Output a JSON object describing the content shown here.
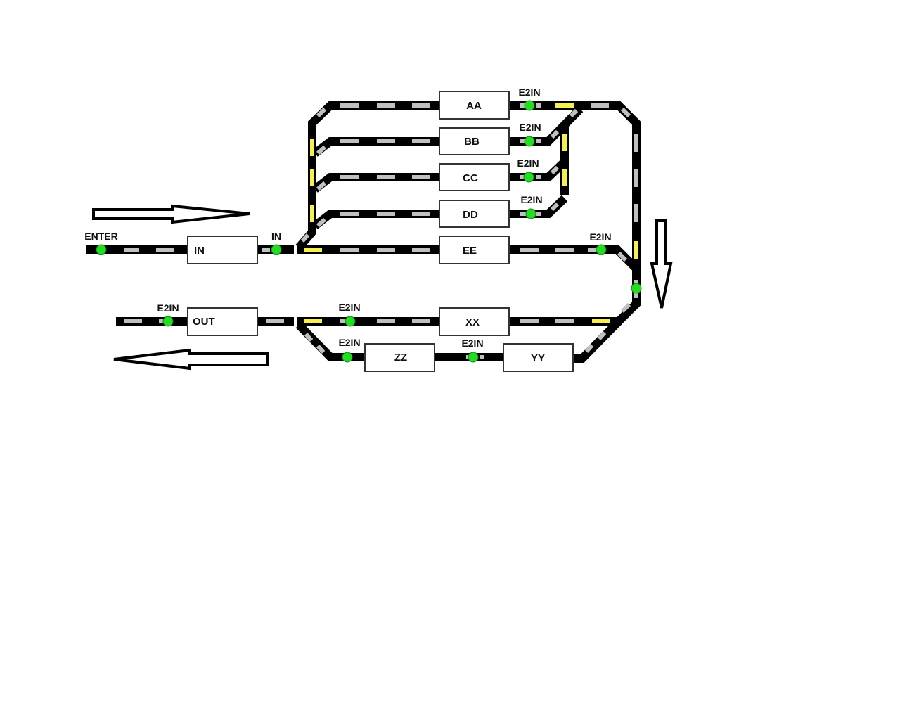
{
  "stations": {
    "in": "IN",
    "out": "OUT",
    "aa": "AA",
    "bb": "BB",
    "cc": "CC",
    "dd": "DD",
    "ee": "EE",
    "xx": "XX",
    "yy": "YY",
    "zz": "ZZ"
  },
  "sensors": {
    "enter": "ENTER",
    "in": "IN",
    "aa": "E2IN",
    "bb": "E2IN",
    "cc": "E2IN",
    "dd": "E2IN",
    "ee": "E2IN",
    "out": "E2IN",
    "xx": "E2IN",
    "zz": "E2IN",
    "yy": "E2IN"
  },
  "colors": {
    "track": "#000000",
    "sensor": "#22dd22",
    "switch": "#f5f050",
    "segment": "#c0c0c0"
  }
}
